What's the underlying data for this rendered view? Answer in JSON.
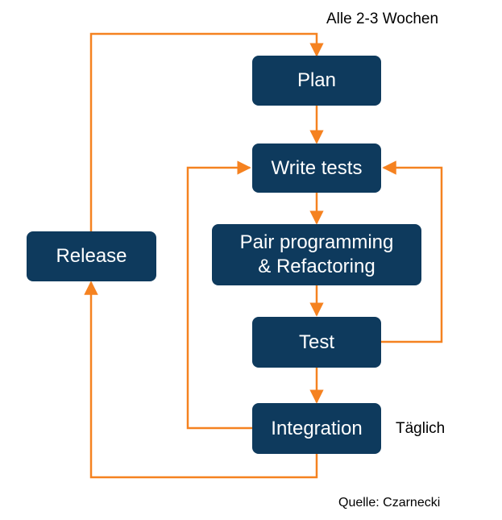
{
  "nodes": {
    "plan": "Plan",
    "write_tests": "Write tests",
    "pair_line1": "Pair programming",
    "pair_line2": "& Refactoring",
    "test": "Test",
    "integration": "Integration",
    "release": "Release"
  },
  "labels": {
    "cycle_outer": "Alle 2-3 Wochen",
    "cycle_inner": "Täglich",
    "source": "Quelle: Czarnecki"
  },
  "colors": {
    "box": "#0e3a5d",
    "arrow": "#f58220",
    "box_text": "#ffffff"
  }
}
